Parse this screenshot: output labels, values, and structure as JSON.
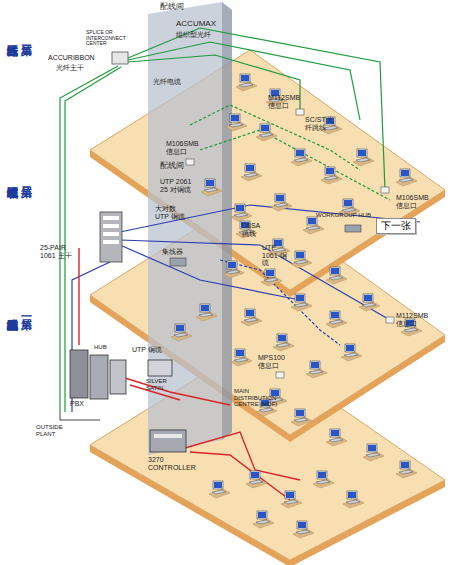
{
  "diagram": {
    "nodes": [
      {
        "text": [
          "下一张"
        ]
      }
    ],
    "labels": [
      "第三层",
      "光纤区域布线",
      "第二层",
      "铜缆区域布线",
      "第一层",
      "典型结构化布线系统",
      "配线间",
      "SPLICE OR INTERCONNECT CENTER",
      "ACCUMAX",
      "组织型光纤",
      "ACCURIBBON",
      "光纤主干",
      "光纤电缆",
      "M112SMB 信息口",
      "SC/ST 光纤跳线",
      "M106SMB 信息口",
      "M106SMB 信息口",
      "配线间",
      "UTP 2061 25 对铜缆",
      "25-PAIR 1061 主干",
      "大对数 UTP 铜缆",
      "D8SA 跳线",
      "WORKGROUP HUB",
      "UTP 1061 铜缆",
      "集线器",
      "M112SMB 信息口",
      "UTP 铜缆",
      "HUB",
      "SILVER SATIN",
      "PBX",
      "MPS100 信息口",
      "MAIN DISTRIBUTION CENTRE (MDF)",
      "OUTSIDE PLANT",
      "3270 CONTROLLER"
    ]
  }
}
